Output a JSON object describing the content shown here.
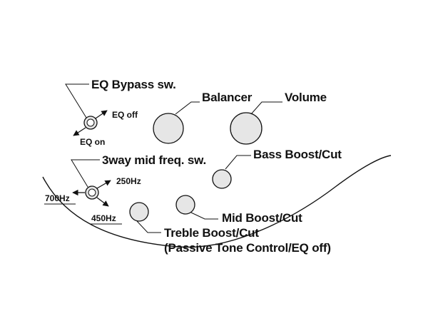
{
  "labels": {
    "eq_bypass": "EQ Bypass sw.",
    "eq_off": "EQ off",
    "eq_on": "EQ on",
    "balancer": "Balancer",
    "volume": "Volume",
    "bass": "Bass Boost/Cut",
    "three_way": "3way mid freq. sw.",
    "hz250": "250Hz",
    "hz700": "700Hz",
    "hz450": "450Hz",
    "mid": "Mid Boost/Cut",
    "treble_line1": "Treble Boost/Cut",
    "treble_line2": "(Passive Tone Control/EQ off)"
  },
  "colors": {
    "knob_fill": "#e6e6e6",
    "stroke": "#111111",
    "background": "#ffffff"
  }
}
